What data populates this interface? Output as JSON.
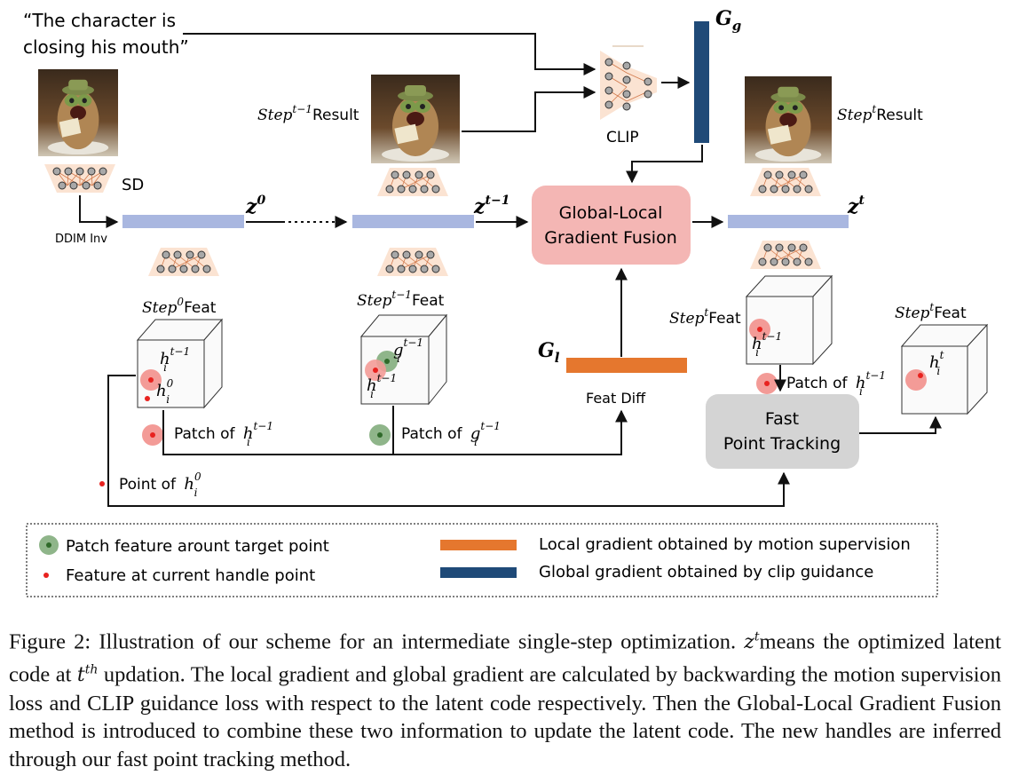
{
  "prompt": {
    "line1": "“The character is",
    "line2": "closing his mouth”"
  },
  "labels": {
    "sd": "SD",
    "ddim_inv": "DDIM Inv",
    "clip": "CLIP",
    "g_global": "G",
    "g_global_sub": "g",
    "g_local": "G",
    "g_local_sub": "l",
    "feat_diff": "Feat Diff",
    "z0": "z",
    "z0_sup": "0",
    "zt1": "z",
    "zt1_sup": "t−1",
    "zt": "z",
    "zt_sup": "t",
    "step_prev_result_word": "Step",
    "step_prev_result_sup": "t−1",
    "step_prev_result_tail": "Result",
    "step_result_word": "Step",
    "step_result_sup": "t",
    "step_result_tail": "Result",
    "step0_feat_word": "Step",
    "step0_feat_sup": "0",
    "step0_feat_tail": "Feat",
    "steptm1_feat_word": "Step",
    "steptm1_feat_sup": "t−1",
    "steptm1_feat_tail": "Feat",
    "stept_feat_word": "Step",
    "stept_feat_sup": "t",
    "stept_feat_tail": "Feat",
    "stept_feat2_word": "Step",
    "stept_feat2_sup": "t",
    "stept_feat2_tail": "Feat",
    "fusion_line1": "Global-Local",
    "fusion_line2": "Gradient Fusion",
    "tracking_line1": "Fast",
    "tracking_line2": "Point Tracking",
    "patch_h_prefix": "Patch of ",
    "patch_g_prefix": "Patch of ",
    "point_h0_prefix": "Point of ",
    "patch_h_right_prefix": "Patch of ",
    "h": "h",
    "i": "i",
    "g": "g",
    "sup_t1": "t−1",
    "sup_0": "0",
    "sup_t": "t"
  },
  "legend": {
    "green_patch": "Patch feature arount target point",
    "red_point": "Feature at current handle point",
    "orange_bar": "Local gradient obtained by motion supervision",
    "blue_bar": "Global gradient obtained by clip guidance"
  },
  "colors": {
    "latent_bar": "#a9b7e0",
    "local_grad": "#e5772e",
    "global_grad": "#1f4a78",
    "fusion_box": "#f4b6b4",
    "tracking_box": "#d4d4d4",
    "network_fill": "#fbe3d2",
    "handle_red": "#e8221f",
    "patch_red": "#f39b97",
    "patch_green": "#8fb58a"
  },
  "caption": {
    "p1": "Figure 2: Illustration of our scheme for an intermediate single-step optimization. ",
    "m1": "z",
    "m1sup": "t",
    "p2": "means the optimized latent code at ",
    "m2": "t",
    "m2sup": "th",
    "p3": " updation. The local gradient and global gradient are calculated by backwarding the motion supervision loss and CLIP guidance loss with respect to the latent code respectively. Then the Global-Local Gradient Fusion method is introduced to combine these two information to update the latent code. The new handles are inferred through our fast point tracking method."
  }
}
